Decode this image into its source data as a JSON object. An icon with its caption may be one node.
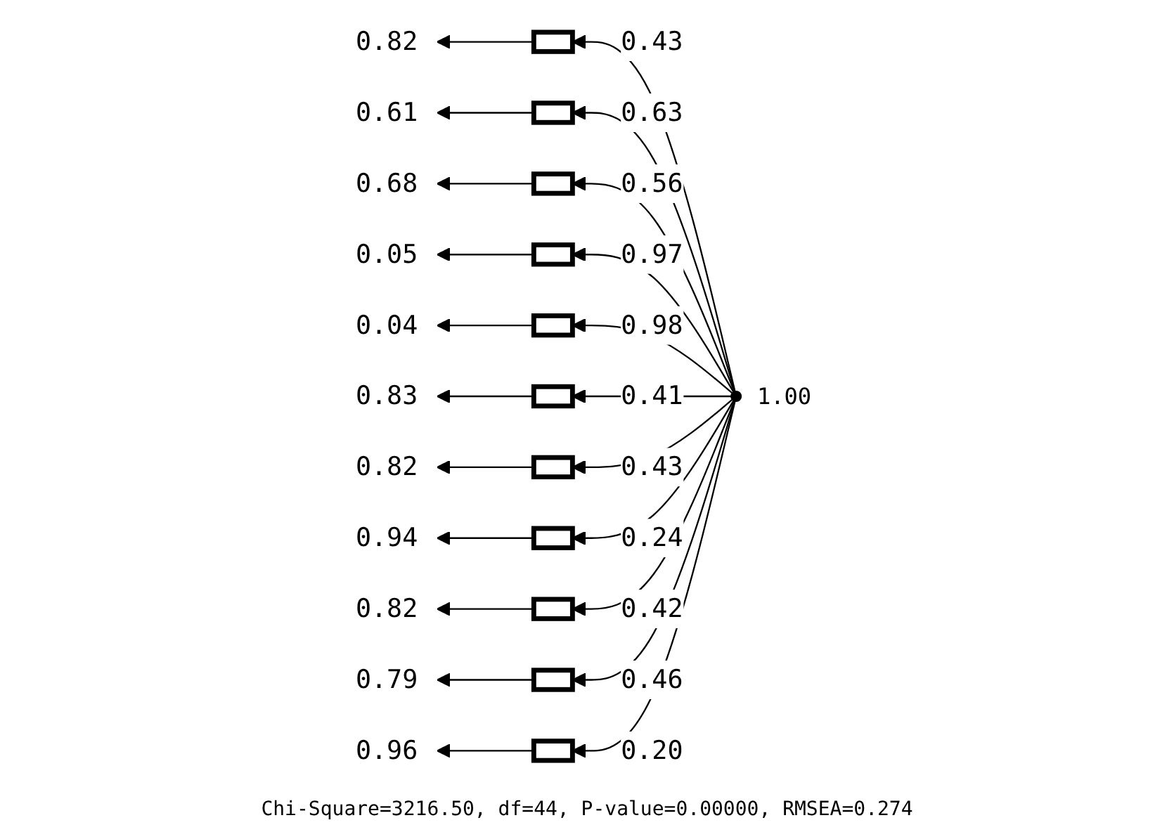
{
  "diagram": {
    "caption": "Chi-Square=3216.50, df=44, P-value=0.00000, RMSEA=0.274",
    "nodes": [
      {
        "text": [],
        "shape": "box"
      },
      {
        "text": [],
        "shape": "box"
      },
      {
        "text": [],
        "shape": "box"
      },
      {
        "text": [],
        "shape": "box"
      },
      {
        "text": [],
        "shape": "box"
      },
      {
        "text": [],
        "shape": "box"
      },
      {
        "text": [],
        "shape": "box"
      },
      {
        "text": [],
        "shape": "box"
      },
      {
        "text": [],
        "shape": "box"
      },
      {
        "text": [],
        "shape": "box"
      },
      {
        "text": [],
        "shape": "box"
      },
      {
        "text": [
          "0.82"
        ]
      },
      {
        "text": [
          "0.61"
        ]
      },
      {
        "text": [
          "0.68"
        ]
      },
      {
        "text": [
          "0.05"
        ]
      },
      {
        "text": [
          "0.04"
        ]
      },
      {
        "text": [
          "0.83"
        ]
      },
      {
        "text": [
          "0.82"
        ]
      },
      {
        "text": [
          "0.94"
        ]
      },
      {
        "text": [
          "0.82"
        ]
      },
      {
        "text": [
          "0.79"
        ]
      },
      {
        "text": [
          "0.96"
        ]
      },
      {
        "text": [],
        "shape": "circle",
        "beside": [
          "1.00"
        ]
      }
    ],
    "edges": [
      {
        "from": 22,
        "to": 0,
        "arrow": "to",
        "label": "0.43"
      },
      {
        "from": 22,
        "to": 1,
        "arrow": "to",
        "label": "0.63"
      },
      {
        "from": 22,
        "to": 2,
        "arrow": "to",
        "label": "0.56"
      },
      {
        "from": 22,
        "to": 3,
        "arrow": "to",
        "label": "0.97"
      },
      {
        "from": 22,
        "to": 4,
        "arrow": "to",
        "label": "0.98"
      },
      {
        "from": 22,
        "to": 5,
        "arrow": "to",
        "label": "0.41"
      },
      {
        "from": 22,
        "to": 6,
        "arrow": "to",
        "label": "0.43"
      },
      {
        "from": 22,
        "to": 7,
        "arrow": "to",
        "label": "0.24"
      },
      {
        "from": 22,
        "to": 8,
        "arrow": "to",
        "label": "0.42"
      },
      {
        "from": 22,
        "to": 9,
        "arrow": "to",
        "label": "0.46"
      },
      {
        "from": 22,
        "to": 10,
        "arrow": "to",
        "label": "0.20"
      },
      {
        "from": 0,
        "to": 11,
        "arrow": "to"
      },
      {
        "from": 1,
        "to": 12,
        "arrow": "to"
      },
      {
        "from": 2,
        "to": 13,
        "arrow": "to"
      },
      {
        "from": 3,
        "to": 14,
        "arrow": "to"
      },
      {
        "from": 4,
        "to": 15,
        "arrow": "to"
      },
      {
        "from": 5,
        "to": 16,
        "arrow": "to"
      },
      {
        "from": 6,
        "to": 17,
        "arrow": "to"
      },
      {
        "from": 7,
        "to": 18,
        "arrow": "to"
      },
      {
        "from": 8,
        "to": 19,
        "arrow": "to"
      },
      {
        "from": 9,
        "to": 20,
        "arrow": "to"
      },
      {
        "from": 10,
        "to": 21,
        "arrow": "to"
      }
    ]
  }
}
